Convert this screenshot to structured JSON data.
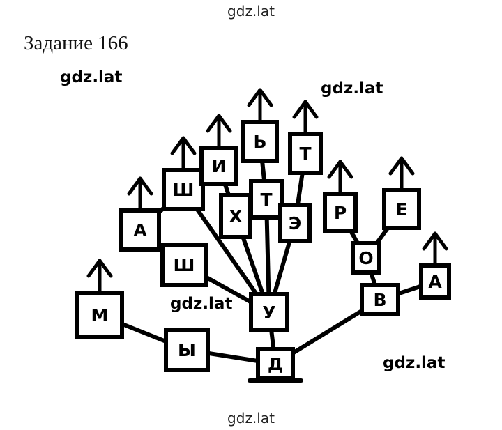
{
  "header_watermark": "gdz.lat",
  "footer_watermark": "gdz.lat",
  "task_title": "Задание 166",
  "watermarks": [
    "gdz.lat",
    "gdz.lat",
    "gdz.lat",
    "gdz.lat"
  ],
  "diagram": {
    "root_letter": "Д",
    "branches": [
      {
        "word": "МЫД",
        "letters": [
          "М",
          "Ы"
        ]
      },
      {
        "word": "ДУША",
        "letters": [
          "У",
          "Ш",
          "А"
        ]
      },
      {
        "word": "ДУШ",
        "letters": [
          "У",
          "Ш"
        ]
      },
      {
        "word": "ДУХИ",
        "letters": [
          "У",
          "Х",
          "И"
        ]
      },
      {
        "word": "ДУТЬ",
        "letters": [
          "У",
          "Т",
          "Ь"
        ]
      },
      {
        "word": "ДУЭТ",
        "letters": [
          "У",
          "Э",
          "Т"
        ]
      },
      {
        "word": "ДВОР",
        "letters": [
          "В",
          "О",
          "Р"
        ]
      },
      {
        "word": "ДВОЕ",
        "letters": [
          "В",
          "О",
          "Е"
        ]
      },
      {
        "word": "ДВА",
        "letters": [
          "В",
          "А"
        ]
      }
    ]
  }
}
